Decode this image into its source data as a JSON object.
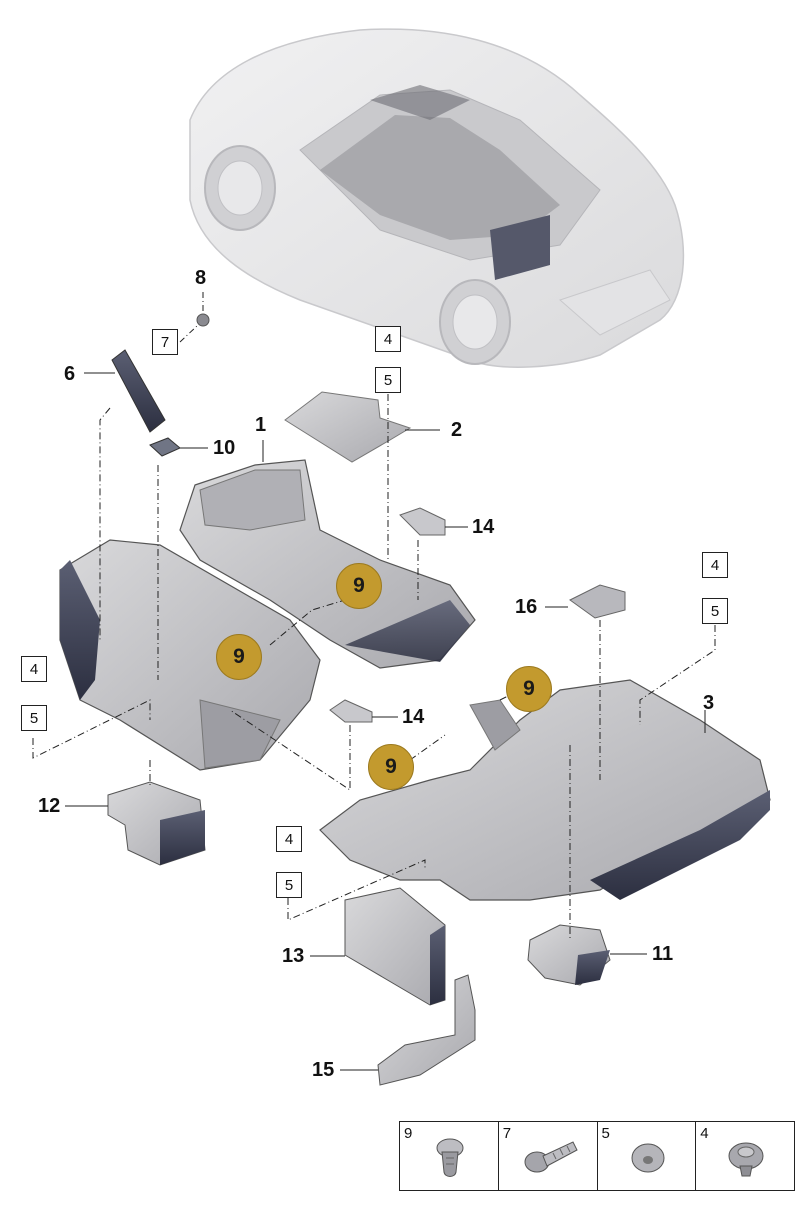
{
  "callouts": {
    "c1": "1",
    "c2": "2",
    "c3": "3",
    "c6": "6",
    "c8": "8",
    "c10": "10",
    "c11": "11",
    "c12": "12",
    "c13": "13",
    "c14a": "14",
    "c14b": "14",
    "c15": "15",
    "c16": "16"
  },
  "boxed_refs": {
    "b7": "7",
    "b4a": "4",
    "b5a": "5",
    "b4b": "4",
    "b5b": "5",
    "b4c": "4",
    "b5c": "5",
    "b4d": "4",
    "b5d": "5"
  },
  "badges": {
    "n1": "9",
    "n2": "9",
    "n3": "9",
    "n4": "9"
  },
  "badge_color": "#c39a2e",
  "fastener_table": {
    "cells": [
      {
        "label": "9",
        "icon": "clip-fastener-icon"
      },
      {
        "label": "7",
        "icon": "screw-icon"
      },
      {
        "label": "5",
        "icon": "plug-fastener-icon"
      },
      {
        "label": "4",
        "icon": "rivet-fastener-icon"
      }
    ]
  }
}
